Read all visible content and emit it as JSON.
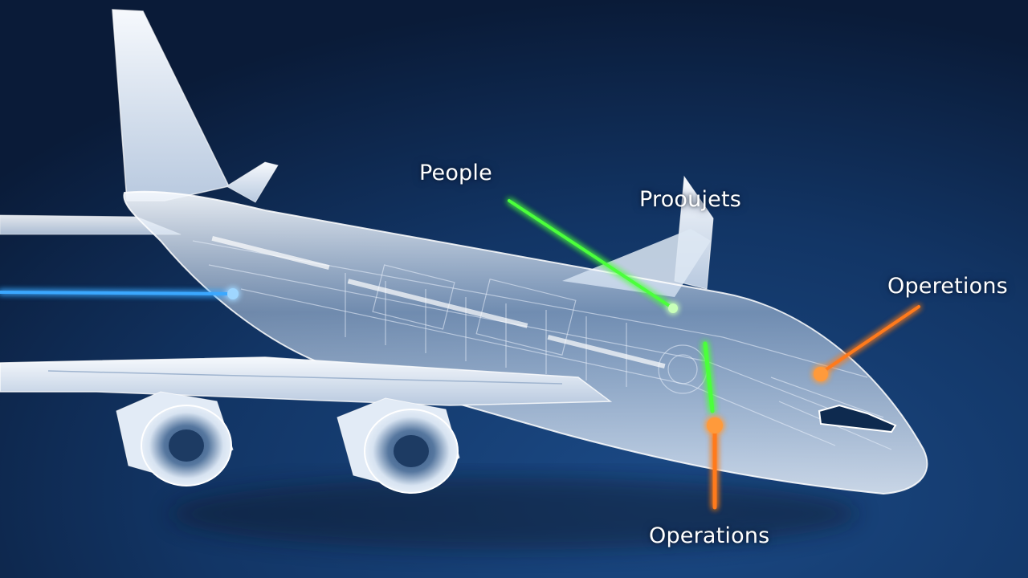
{
  "labels": {
    "people": "People",
    "products": "Prooujets",
    "operations_right": "Operetions",
    "operations_bottom": "Operations"
  },
  "colors": {
    "background_top": "#0b1e3d",
    "background_bottom": "#17427a",
    "people_line": "#4cff3a",
    "products_line": "#4cff3a",
    "operations_line": "#ff7a1a",
    "intake_line": "#3aa8ff",
    "airframe": "#dfe9f5"
  },
  "icons": [
    "airplane-cutaway",
    "green-callout-lines",
    "orange-callout-lines",
    "blue-beam"
  ]
}
